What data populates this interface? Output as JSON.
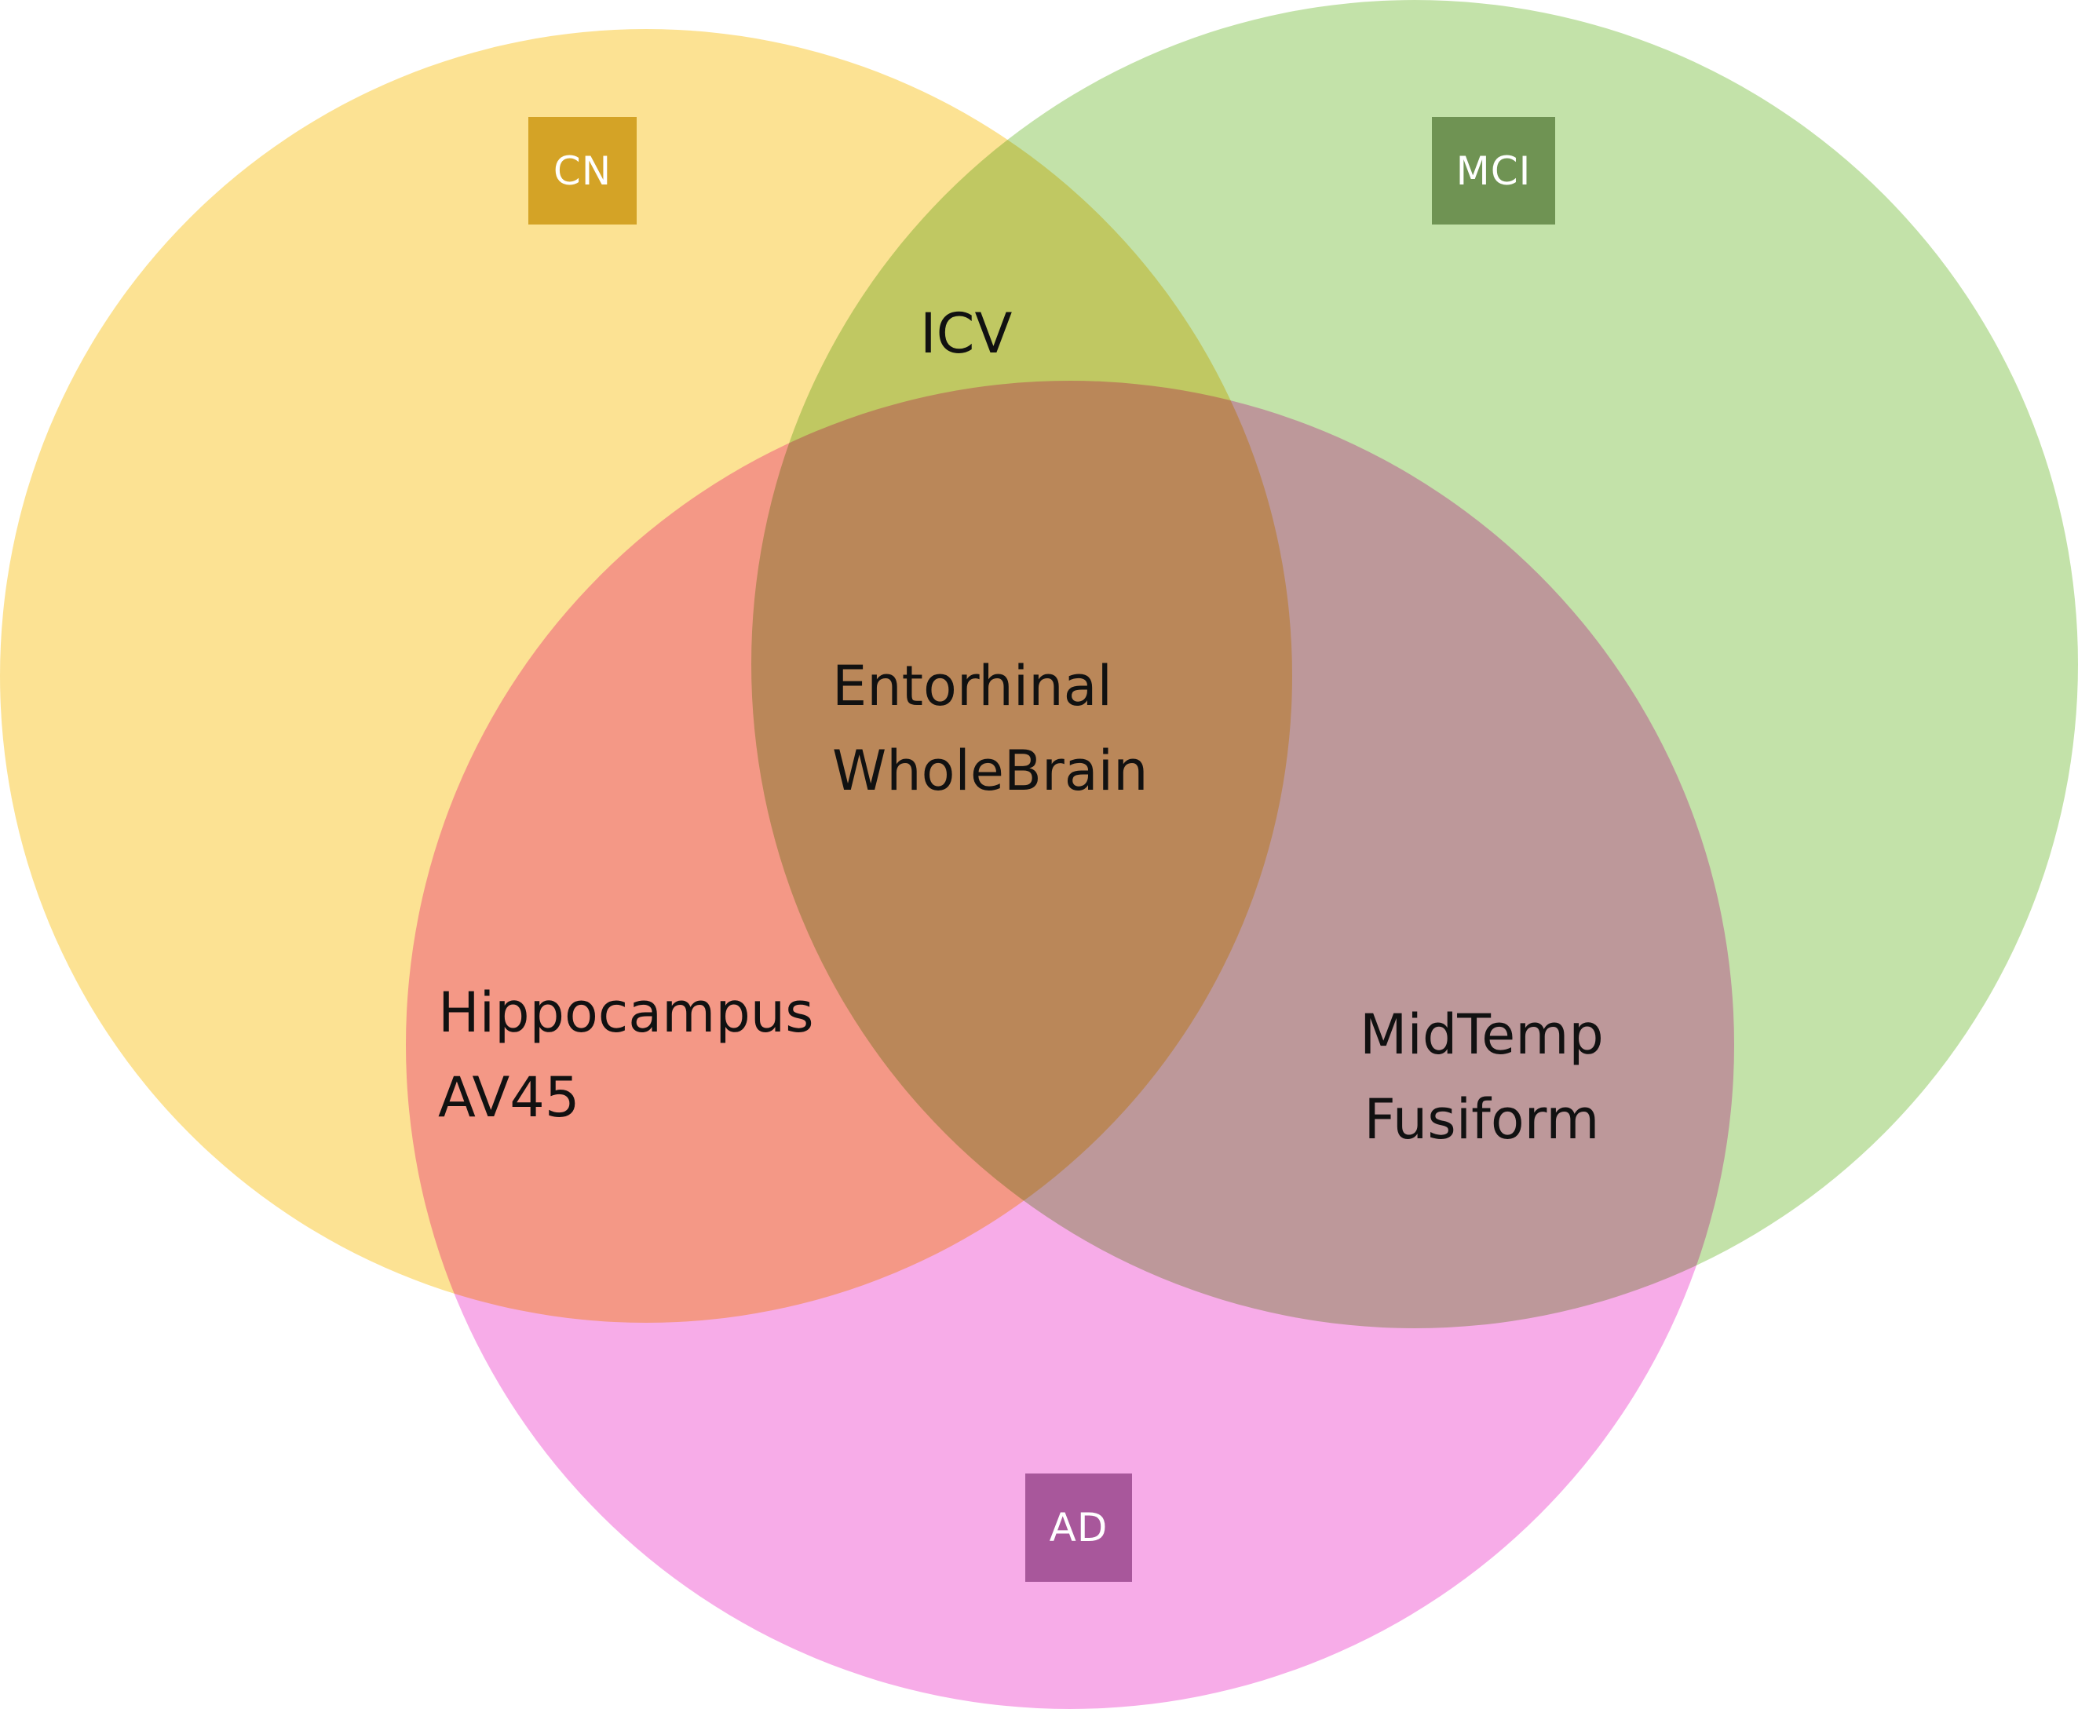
{
  "sets": [
    {
      "id": "cn",
      "label": "CN",
      "fill": "#fbd565",
      "fill_opacity": 0.7,
      "badge_color": "#d4a326"
    },
    {
      "id": "mci",
      "label": "MCI",
      "fill": "#a9d585",
      "fill_opacity": 0.7,
      "badge_color": "#6f9353"
    },
    {
      "id": "ad",
      "label": "AD",
      "fill": "#f27fdc",
      "fill_opacity": 0.65,
      "badge_color": "#a8579b"
    }
  ],
  "regions": {
    "cn_mci": {
      "items": [
        "ICV"
      ]
    },
    "cn_mci_ad": {
      "items": [
        "Entorhinal",
        "WholeBrain"
      ]
    },
    "cn_ad": {
      "items": [
        "Hippocampus",
        "AV45"
      ]
    },
    "mci_ad": {
      "items": [
        "MidTemp",
        "Fusiform"
      ]
    }
  }
}
